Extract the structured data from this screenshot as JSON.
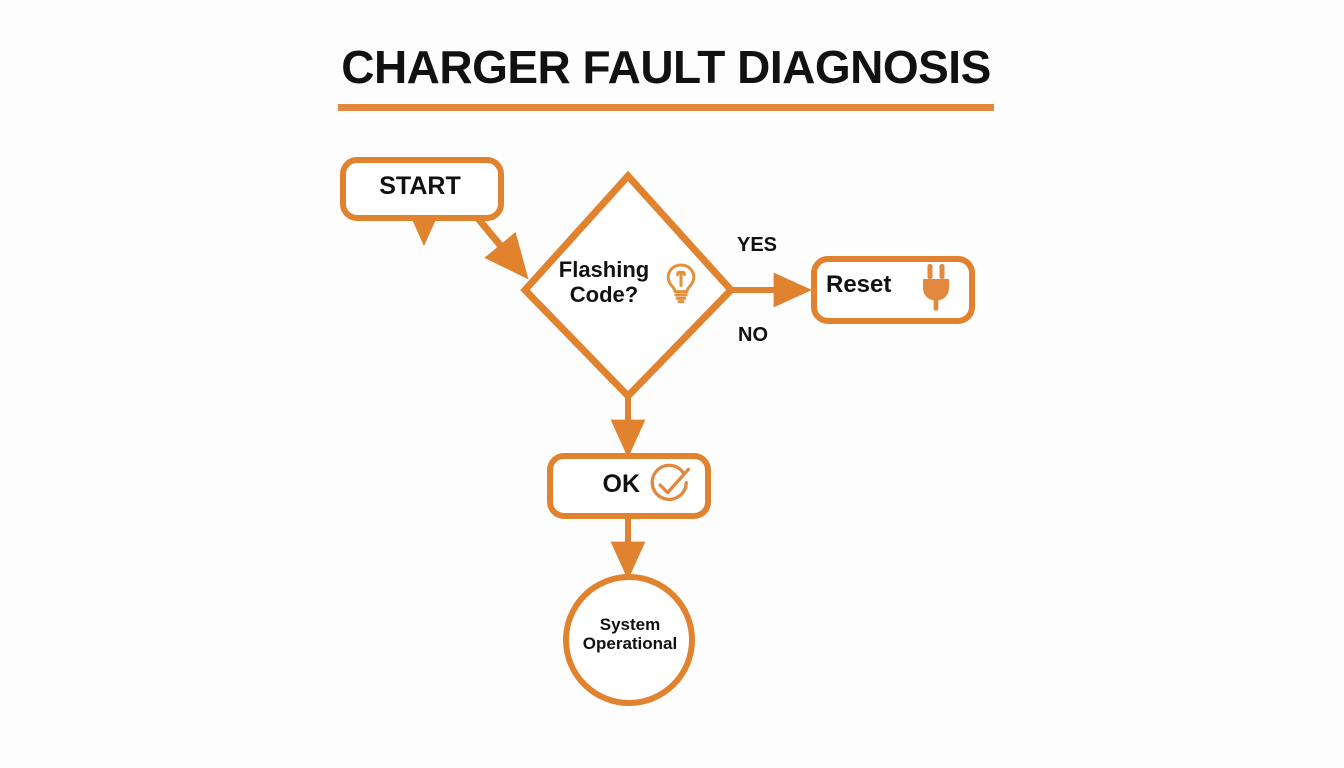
{
  "title": {
    "text": "CHARGER FAULT DIAGNOSIS",
    "underline_color": "#e3893f"
  },
  "theme": {
    "accent": "#e0822e",
    "stroke": "#e0822e",
    "text": "#111111",
    "background": "#fdfdfd"
  },
  "flowchart": {
    "type": "flowchart",
    "orientation": "top-down",
    "nodes": [
      {
        "id": "start",
        "shape": "rounded-rectangle",
        "label": "START",
        "icon": null
      },
      {
        "id": "decision",
        "shape": "diamond",
        "label": "Flashing\nCode?",
        "icon": "lightbulb-icon"
      },
      {
        "id": "reset",
        "shape": "rounded-rectangle",
        "label": "Reset",
        "icon": "power-plug-icon"
      },
      {
        "id": "ok",
        "shape": "rounded-rectangle",
        "label": "OK",
        "icon": "check-circle-icon"
      },
      {
        "id": "terminal",
        "shape": "circle",
        "label": "System\nOperational",
        "icon": null
      }
    ],
    "edges": [
      {
        "from": "start",
        "to": "decision",
        "label": ""
      },
      {
        "from": "decision",
        "to": "reset",
        "label": "YES"
      },
      {
        "from": "decision",
        "to": "ok",
        "label": "NO"
      },
      {
        "from": "ok",
        "to": "terminal",
        "label": ""
      }
    ],
    "edge_labels": {
      "yes": "YES",
      "no": "NO"
    }
  }
}
